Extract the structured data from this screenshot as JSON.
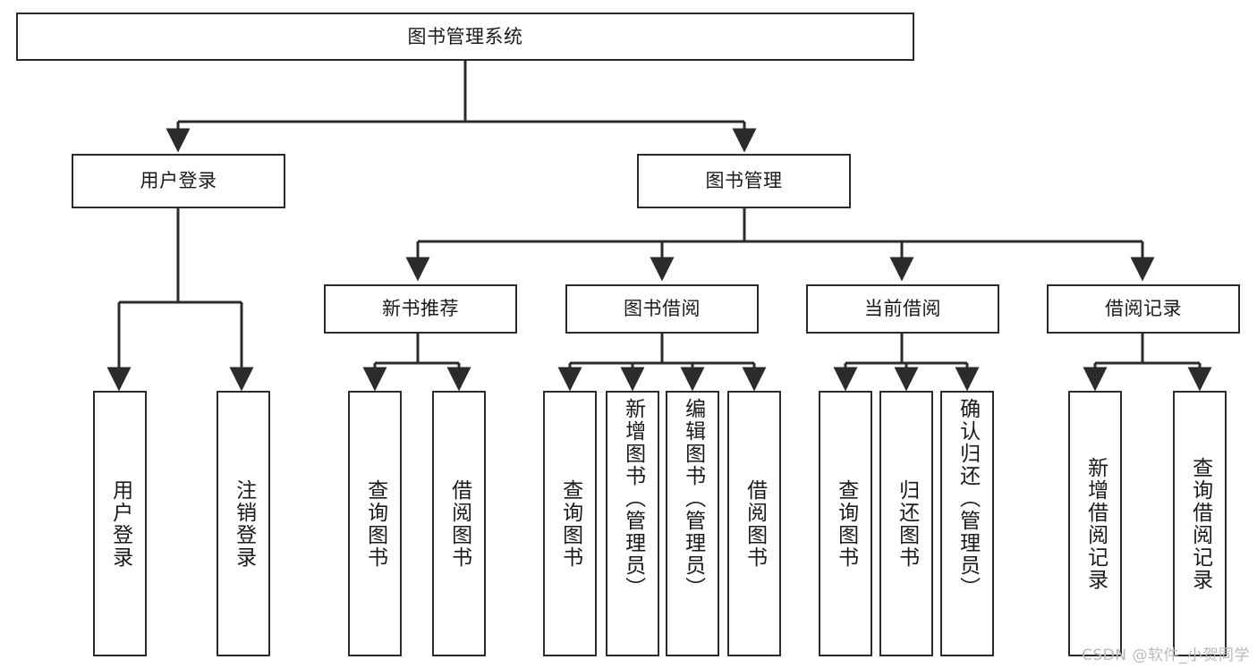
{
  "diagram": {
    "title": "图书管理系统",
    "type": "tree-hierarchy-chart",
    "root": {
      "id": "root",
      "label": "图书管理系统"
    },
    "level1": [
      {
        "id": "user-login",
        "label": "用户登录"
      },
      {
        "id": "book-manage",
        "label": "图书管理"
      }
    ],
    "level2": [
      {
        "id": "new-book-recommend",
        "label": "新书推荐",
        "parent": "book-manage"
      },
      {
        "id": "book-borrow",
        "label": "图书借阅",
        "parent": "book-manage"
      },
      {
        "id": "current-borrow",
        "label": "当前借阅",
        "parent": "book-manage"
      },
      {
        "id": "borrow-record",
        "label": "借阅记录",
        "parent": "book-manage"
      }
    ],
    "leaves": [
      {
        "id": "leaf-user-login",
        "label": "用户登录",
        "parent": "user-login"
      },
      {
        "id": "leaf-logout",
        "label": "注销登录",
        "parent": "user-login"
      },
      {
        "id": "leaf-query-book-1",
        "label": "查询图书",
        "parent": "new-book-recommend"
      },
      {
        "id": "leaf-borrow-book-1",
        "label": "借阅图书",
        "parent": "new-book-recommend"
      },
      {
        "id": "leaf-query-book-2",
        "label": "查询图书",
        "parent": "book-borrow"
      },
      {
        "id": "leaf-add-book",
        "label": "新增图书（管理员）",
        "parent": "book-borrow"
      },
      {
        "id": "leaf-edit-book",
        "label": "编辑图书（管理员）",
        "parent": "book-borrow"
      },
      {
        "id": "leaf-borrow-book-2",
        "label": "借阅图书",
        "parent": "book-borrow"
      },
      {
        "id": "leaf-query-book-3",
        "label": "查询图书",
        "parent": "current-borrow"
      },
      {
        "id": "leaf-return-book",
        "label": "归还图书",
        "parent": "current-borrow"
      },
      {
        "id": "leaf-confirm-return",
        "label": "确认归还（管理员）",
        "parent": "current-borrow"
      },
      {
        "id": "leaf-add-record",
        "label": "新增借阅记录",
        "parent": "borrow-record"
      },
      {
        "id": "leaf-query-record",
        "label": "查询借阅记录",
        "parent": "borrow-record"
      }
    ],
    "colors": {
      "stroke": "#2b2b2b",
      "fill": "#ffffff",
      "text": "#1a1a1a",
      "watermark": "#b9b9b9"
    }
  },
  "watermark": {
    "text": "CSDN @软件_小贺同学"
  }
}
